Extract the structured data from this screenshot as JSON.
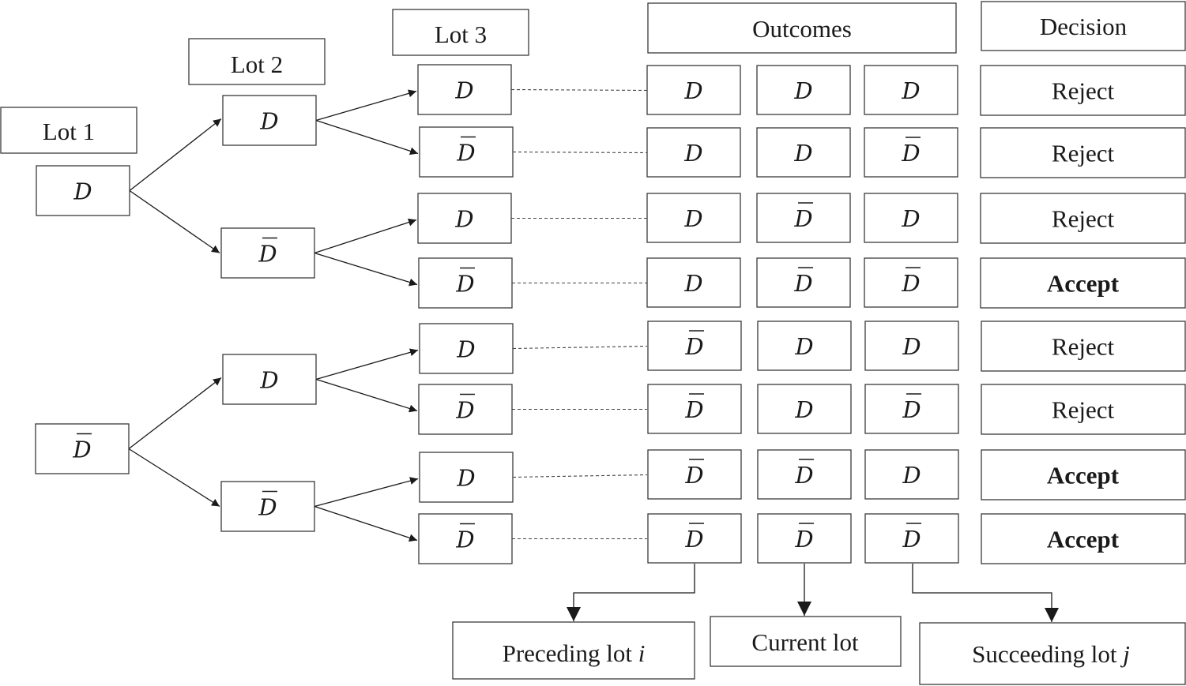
{
  "headers": {
    "lot1": "Lot 1",
    "lot2": "Lot 2",
    "lot3": "Lot 3",
    "outcomes": "Outcomes",
    "decision": "Decision"
  },
  "tree": {
    "lot1": [
      "D",
      "D̄"
    ],
    "lot2": [
      "D",
      "D̄",
      "D",
      "D̄"
    ],
    "lot3": [
      "D",
      "D̄",
      "D",
      "D̄",
      "D",
      "D̄",
      "D",
      "D̄"
    ]
  },
  "rows": [
    {
      "outcomes": [
        "D",
        "D",
        "D"
      ],
      "decision": "Reject",
      "bold": false
    },
    {
      "outcomes": [
        "D",
        "D",
        "D̄"
      ],
      "decision": "Reject",
      "bold": false
    },
    {
      "outcomes": [
        "D",
        "D̄",
        "D"
      ],
      "decision": "Reject",
      "bold": false
    },
    {
      "outcomes": [
        "D",
        "D̄",
        "D̄"
      ],
      "decision": "Accept",
      "bold": true
    },
    {
      "outcomes": [
        "D̄",
        "D",
        "D"
      ],
      "decision": "Reject",
      "bold": false
    },
    {
      "outcomes": [
        "D̄",
        "D",
        "D̄"
      ],
      "decision": "Reject",
      "bold": false
    },
    {
      "outcomes": [
        "D̄",
        "D̄",
        "D"
      ],
      "decision": "Accept",
      "bold": true
    },
    {
      "outcomes": [
        "D̄",
        "D̄",
        "D̄"
      ],
      "decision": "Accept",
      "bold": true
    }
  ],
  "legend": {
    "preceding_prefix": "Preceding lot ",
    "preceding_var": "i",
    "current": "Current lot",
    "succeeding_prefix": "Succeeding lot ",
    "succeeding_var": "j"
  }
}
